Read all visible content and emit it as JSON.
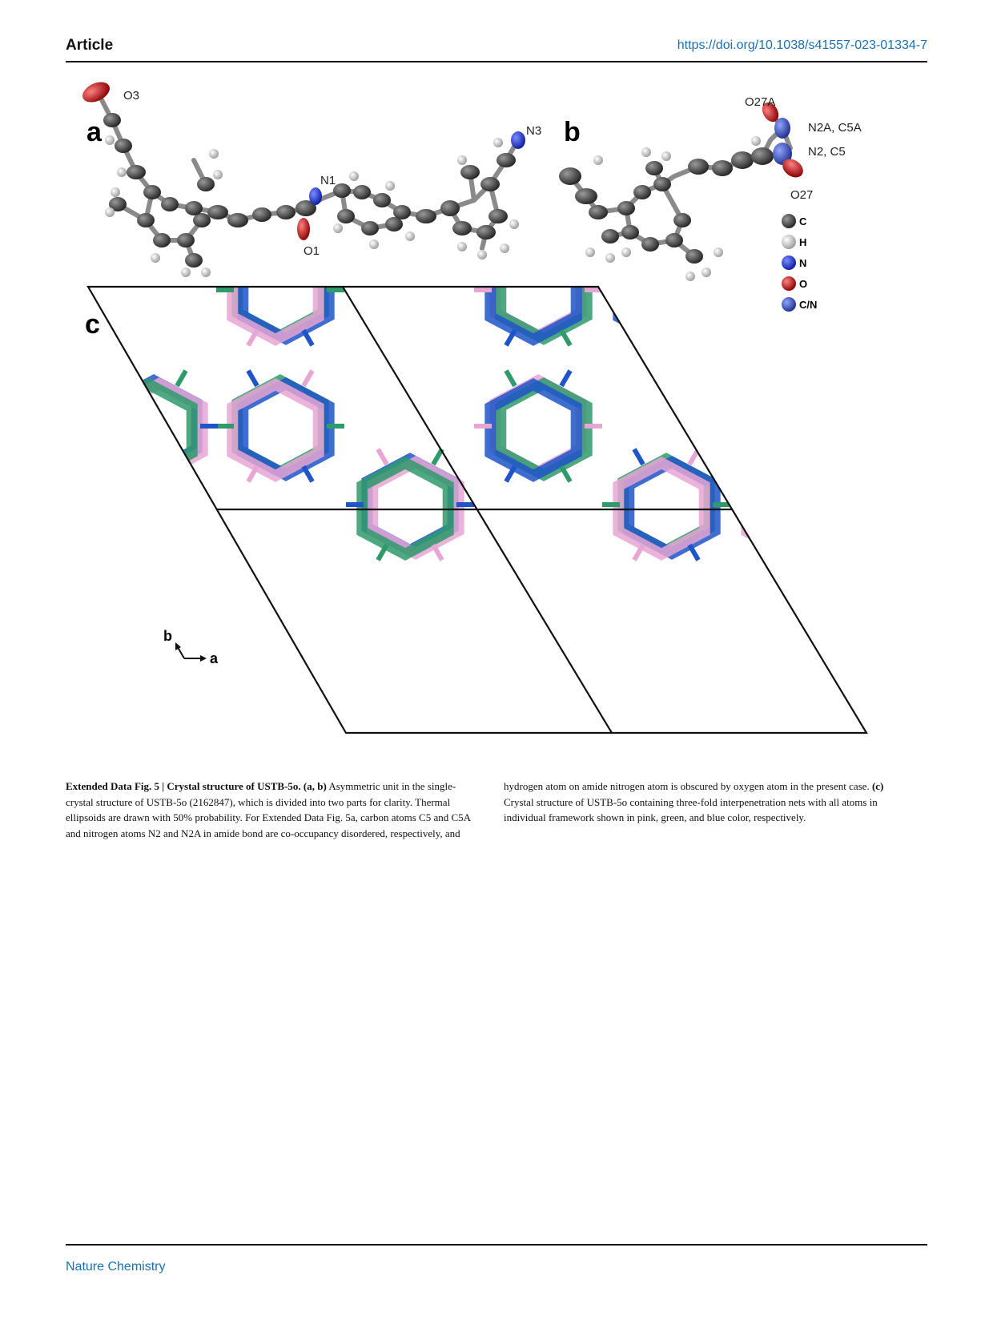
{
  "header": {
    "label": "Article",
    "doi": "https://doi.org/10.1038/s41557-023-01334-7"
  },
  "figure": {
    "panel_labels": [
      "a",
      "b",
      "c"
    ],
    "panel_a_atoms": [
      "O3",
      "N1",
      "O1",
      "N3"
    ],
    "panel_b_atoms": [
      "O27A",
      "N2A, C5A",
      "N2, C5",
      "O27"
    ],
    "legend": [
      {
        "label": "C",
        "color": "#3a3a3a"
      },
      {
        "label": "H",
        "color": "#d8d8d8"
      },
      {
        "label": "N",
        "color": "#1a2fd0"
      },
      {
        "label": "O",
        "color": "#d01818"
      },
      {
        "label": "C/N",
        "color": "#2a48b0"
      }
    ],
    "axes": {
      "b": "b",
      "a": "a"
    },
    "net_colors": {
      "pink": "#e8a6d4",
      "green": "#2f9a6a",
      "blue": "#1f55c8"
    }
  },
  "caption": {
    "lead": "Extended Data Fig. 5 | Crystal structure of USTB-5o.",
    "ab_ref": "(a, b)",
    "text1": " Asymmetric unit in the single-crystal structure of USTB-5o (2162847), which is divided into two parts for clarity. Thermal ellipsoids are drawn with 50% probability. For Extended Data Fig. 5a, carbon atoms C5 and C5A and nitrogen atoms N2 and N2A in amide bond are co-occupancy disordered, respectively, and hydrogen atom on amide nitrogen atom is obscured by oxygen atom in the present case.",
    "c_ref": "(c)",
    "text2": " Crystal structure of USTB-5o containing three-fold interpenetration nets with all atoms in individual framework shown in pink, green, and blue color, respectively."
  },
  "footer": {
    "journal": "Nature Chemistry"
  }
}
